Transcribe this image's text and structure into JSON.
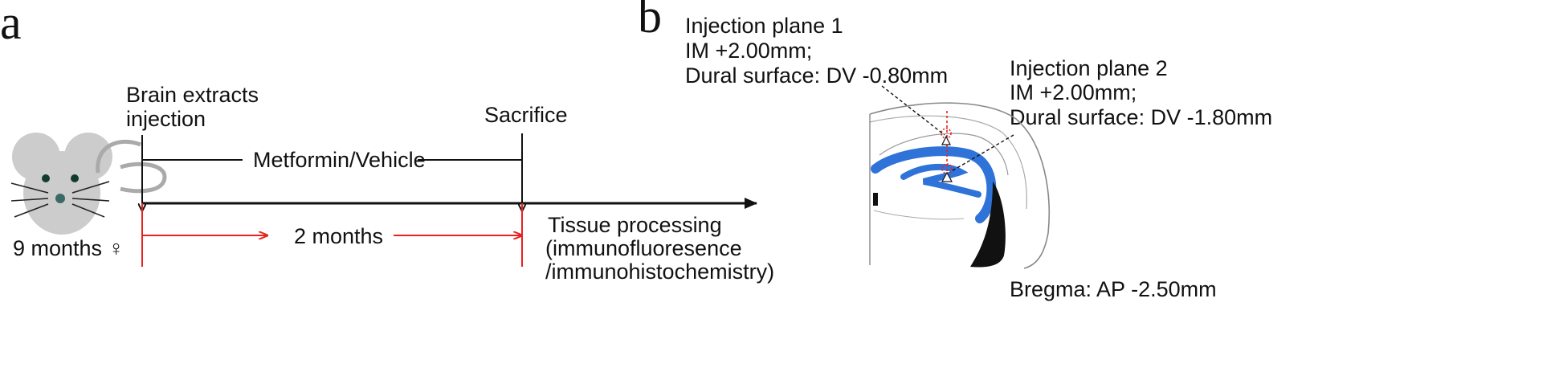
{
  "panel_a": {
    "label": "a",
    "injection_label_line1": "Brain extracts",
    "injection_label_line2": "injection",
    "sacrifice_label": "Sacrifice",
    "treatment_label": "Metformin/Vehicle",
    "duration_label": "2 months",
    "age_label": "9 months ♀",
    "processing_line1": "Tissue processing",
    "processing_line2": "(immunofluoresence",
    "processing_line3": "/immunohistochemistry)"
  },
  "panel_b": {
    "label": "b",
    "plane1_line1": "Injection plane 1",
    "plane1_line2": "IM +2.00mm;",
    "plane1_line3": "Dural surface: DV -0.80mm",
    "plane2_line1": "Injection plane 2",
    "plane2_line2": "IM +2.00mm;",
    "plane2_line3": "Dural surface: DV -1.80mm",
    "bregma": "Bregma: AP -2.50mm"
  },
  "colors": {
    "timeline": "#111111",
    "treatment_period": "#e8231f",
    "hippocampus": "#2f73d9",
    "mouse": "#cccccc"
  }
}
